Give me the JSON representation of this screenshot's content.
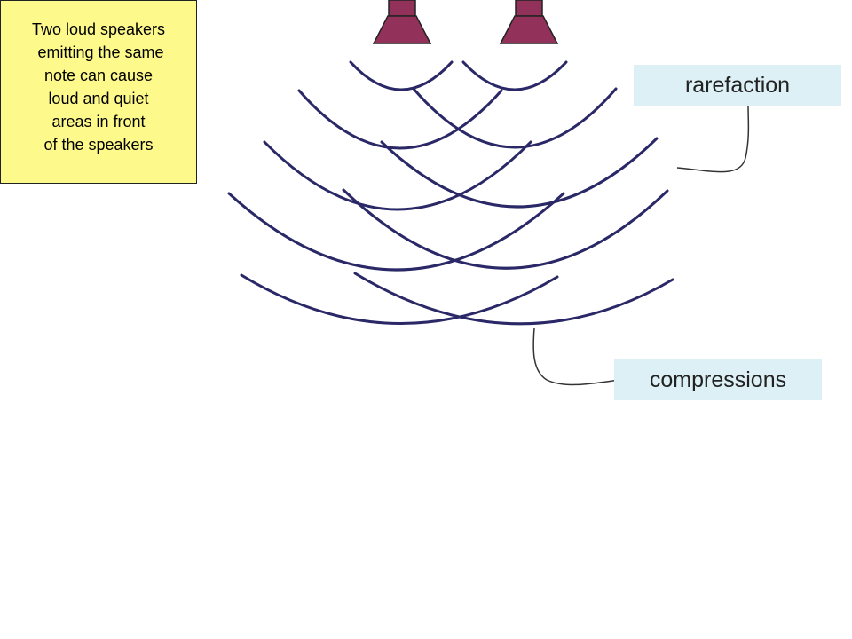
{
  "caption": {
    "lines": [
      "Two loud speakers",
      " emitting the same",
      "note can cause",
      "loud and quiet",
      "areas in front",
      "of the speakers"
    ]
  },
  "labels": {
    "rarefaction": "rarefaction",
    "compressions": "compressions"
  },
  "colors": {
    "wave": "#2a2866",
    "speaker": "#92325b",
    "note_bg": "#fdf98a",
    "label_bg": "#dcf0f5"
  },
  "speakers": {
    "count": 2
  },
  "wavefronts": {
    "per_speaker": 5
  }
}
